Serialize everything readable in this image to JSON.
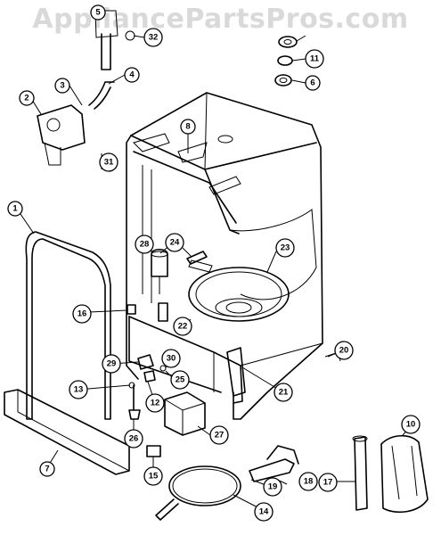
{
  "watermark": "AppliancePartsPros.com",
  "callouts": [
    {
      "id": "1",
      "text": "1"
    },
    {
      "id": "2",
      "text": "2"
    },
    {
      "id": "3",
      "text": "3"
    },
    {
      "id": "4",
      "text": "4"
    },
    {
      "id": "5",
      "text": "5"
    },
    {
      "id": "6",
      "text": "6"
    },
    {
      "id": "7",
      "text": "7"
    },
    {
      "id": "8",
      "text": "8"
    },
    {
      "id": "10",
      "text": "10"
    },
    {
      "id": "11",
      "text": "11"
    },
    {
      "id": "12",
      "text": "12"
    },
    {
      "id": "13",
      "text": "13"
    },
    {
      "id": "14",
      "text": "14"
    },
    {
      "id": "15",
      "text": "15"
    },
    {
      "id": "16",
      "text": "16"
    },
    {
      "id": "17",
      "text": "17"
    },
    {
      "id": "18",
      "text": "18"
    },
    {
      "id": "19",
      "text": "19"
    },
    {
      "id": "20",
      "text": "20"
    },
    {
      "id": "21",
      "text": "21"
    },
    {
      "id": "22",
      "text": "22"
    },
    {
      "id": "23",
      "text": "23"
    },
    {
      "id": "24",
      "text": "24"
    },
    {
      "id": "25",
      "text": "25"
    },
    {
      "id": "26",
      "text": "26"
    },
    {
      "id": "27",
      "text": "27"
    },
    {
      "id": "28",
      "text": "28"
    },
    {
      "id": "29",
      "text": "29"
    },
    {
      "id": "30",
      "text": "30"
    },
    {
      "id": "31",
      "text": "31"
    },
    {
      "id": "32",
      "text": "32"
    }
  ]
}
